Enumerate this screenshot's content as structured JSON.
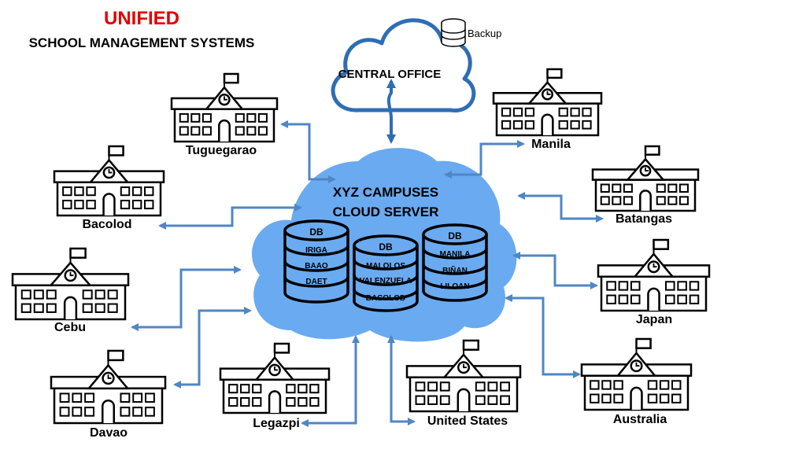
{
  "title": {
    "main": "UNIFIED",
    "sub": "SCHOOL MANAGEMENT SYSTEMS"
  },
  "central_office": {
    "label": "CENTRAL OFFICE",
    "backup_label": "Backup"
  },
  "server": {
    "line1": "XYZ CAMPUSES",
    "line2": "CLOUD SERVER"
  },
  "databases": [
    {
      "title": "DB",
      "items": [
        "IRIGA",
        "BAAO",
        "DAET"
      ]
    },
    {
      "title": "DB",
      "items": [
        "MALOLOS",
        "VALENZUELA",
        "BACOLOD"
      ]
    },
    {
      "title": "DB",
      "items": [
        "MANILA",
        "BIÑAN",
        "LILOAN"
      ]
    }
  ],
  "campuses": {
    "tuguegarao": "Tuguegarao",
    "bacolod": "Bacolod",
    "cebu": "Cebu",
    "davao": "Davao",
    "legazpi": "Legazpi",
    "united_states": "United States",
    "australia": "Australia",
    "japan": "Japan",
    "batangas": "Batangas",
    "manila": "Manila"
  },
  "colors": {
    "accent": "#e00000",
    "cloud_fill": "#6aaaf0",
    "cloud_outline": "#2f6db5",
    "arrow": "#4f86c6",
    "line": "#000000"
  },
  "icons": {
    "school": "school-building-icon",
    "database": "database-icon",
    "cloud": "cloud-icon"
  }
}
